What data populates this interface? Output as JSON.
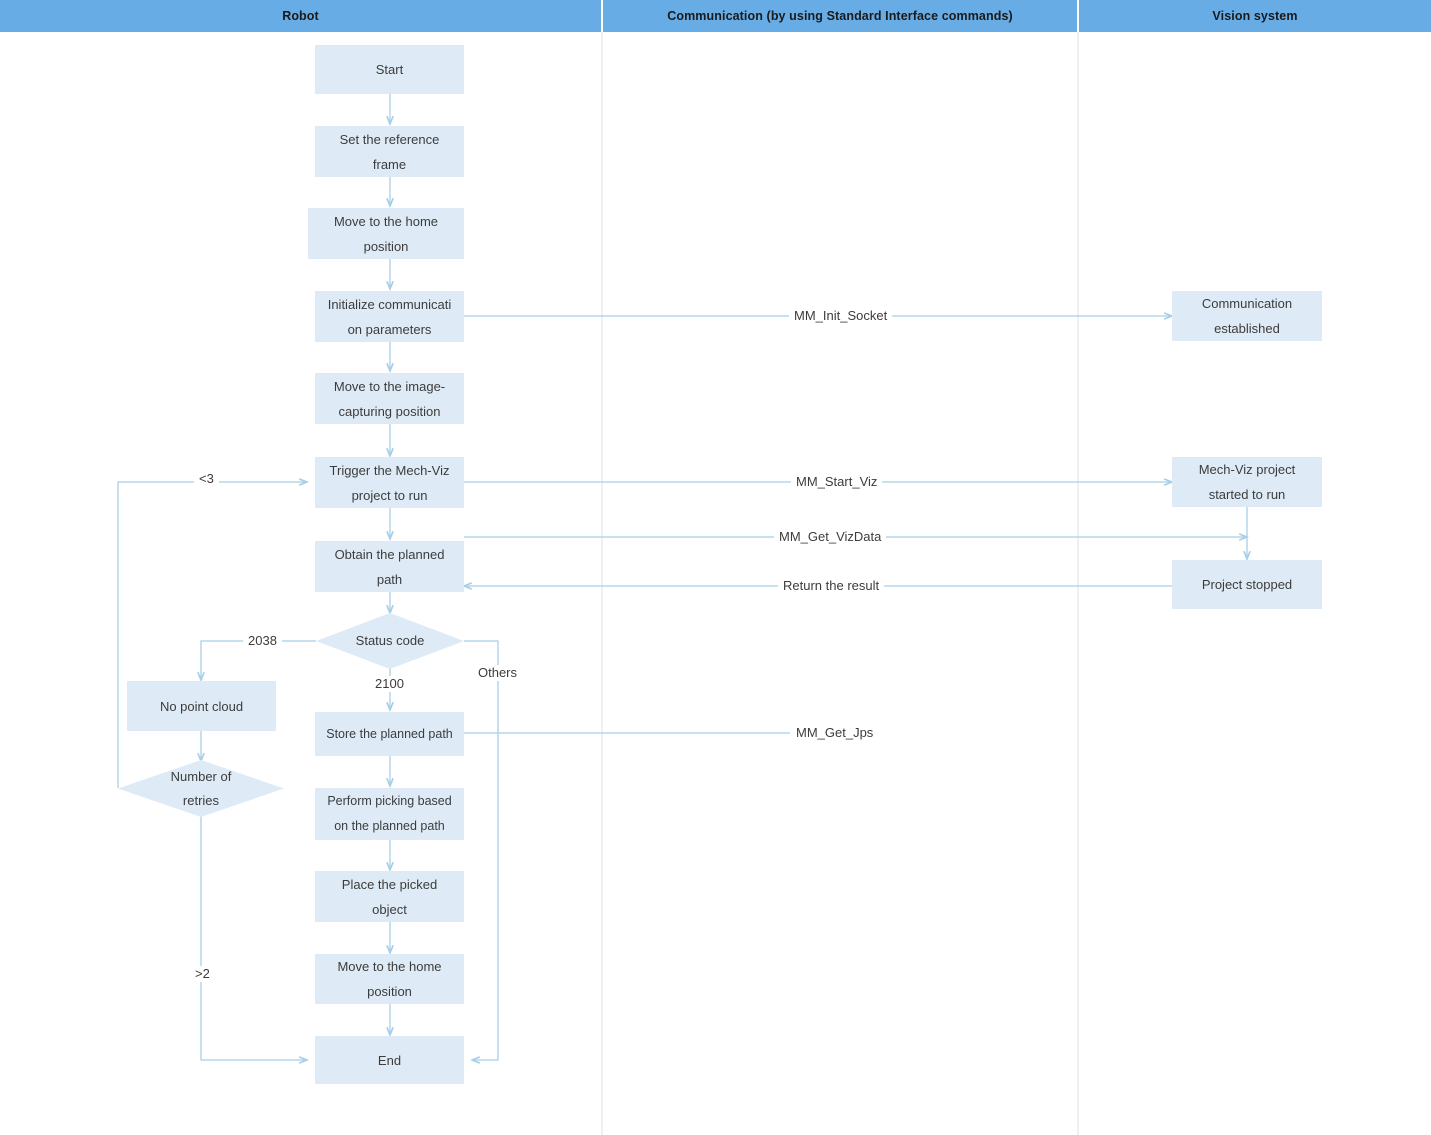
{
  "lanes": [
    {
      "id": "robot",
      "title": "Robot"
    },
    {
      "id": "communication",
      "title": "Communication (by using Standard Interface commands)"
    },
    {
      "id": "vision",
      "title": "Vision system"
    }
  ],
  "colors": {
    "header_blue": "#68ace5",
    "node_fill": "#deebf7",
    "edge_line": "#a8cfe8",
    "text": "#3c3c3c",
    "lane_divider": "#f0f0f0"
  },
  "robot_nodes": [
    {
      "id": "start",
      "label": "Start",
      "shape": "box"
    },
    {
      "id": "set-reference-frame",
      "label": "Set the reference\nframe",
      "shape": "box"
    },
    {
      "id": "move-home-1",
      "label": "Move to the home\nposition",
      "shape": "box"
    },
    {
      "id": "init-comm-params",
      "label": "Initialize communicati\non parameters",
      "shape": "box"
    },
    {
      "id": "move-image-capture",
      "label": "Move to the image-\ncapturing position",
      "shape": "box"
    },
    {
      "id": "trigger-mechviz",
      "label": "Trigger the Mech-Viz\nproject to run",
      "shape": "box"
    },
    {
      "id": "obtain-planned-path",
      "label": "Obtain the planned\npath",
      "shape": "box"
    },
    {
      "id": "status-code",
      "label": "Status code",
      "shape": "diamond"
    },
    {
      "id": "no-point-cloud",
      "label": "No point cloud",
      "shape": "box"
    },
    {
      "id": "number-of-retries",
      "label": "Number of\nretries",
      "shape": "diamond"
    },
    {
      "id": "store-planned-path",
      "label": "Store the planned path",
      "shape": "box"
    },
    {
      "id": "perform-picking",
      "label": "Perform picking based\non the planned path",
      "shape": "box"
    },
    {
      "id": "place-picked-object",
      "label": "Place the picked\nobject",
      "shape": "box"
    },
    {
      "id": "move-home-2",
      "label": "Move to the home\nposition",
      "shape": "box"
    },
    {
      "id": "end",
      "label": "End",
      "shape": "box"
    }
  ],
  "vision_nodes": [
    {
      "id": "communication-established",
      "label": "Communication\nestablished",
      "shape": "box"
    },
    {
      "id": "mechviz-started",
      "label": "Mech-Viz project\nstarted to run",
      "shape": "box"
    },
    {
      "id": "project-stopped",
      "label": "Project stopped",
      "shape": "box"
    }
  ],
  "command_labels": [
    {
      "id": "mm-init-socket",
      "label": "MM_Init_Socket"
    },
    {
      "id": "mm-start-viz",
      "label": "MM_Start_Viz"
    },
    {
      "id": "mm-get-vizdata",
      "label": "MM_Get_VizData"
    },
    {
      "id": "return-the-result",
      "label": "Return the result"
    },
    {
      "id": "mm-get-jps",
      "label": "MM_Get_Jps"
    }
  ],
  "branch_labels": [
    {
      "id": "retry-lt3",
      "label": "<3"
    },
    {
      "id": "status-2038",
      "label": "2038"
    },
    {
      "id": "status-2100",
      "label": "2100"
    },
    {
      "id": "status-others",
      "label": "Others"
    },
    {
      "id": "retry-gt2",
      "label": ">2"
    }
  ]
}
